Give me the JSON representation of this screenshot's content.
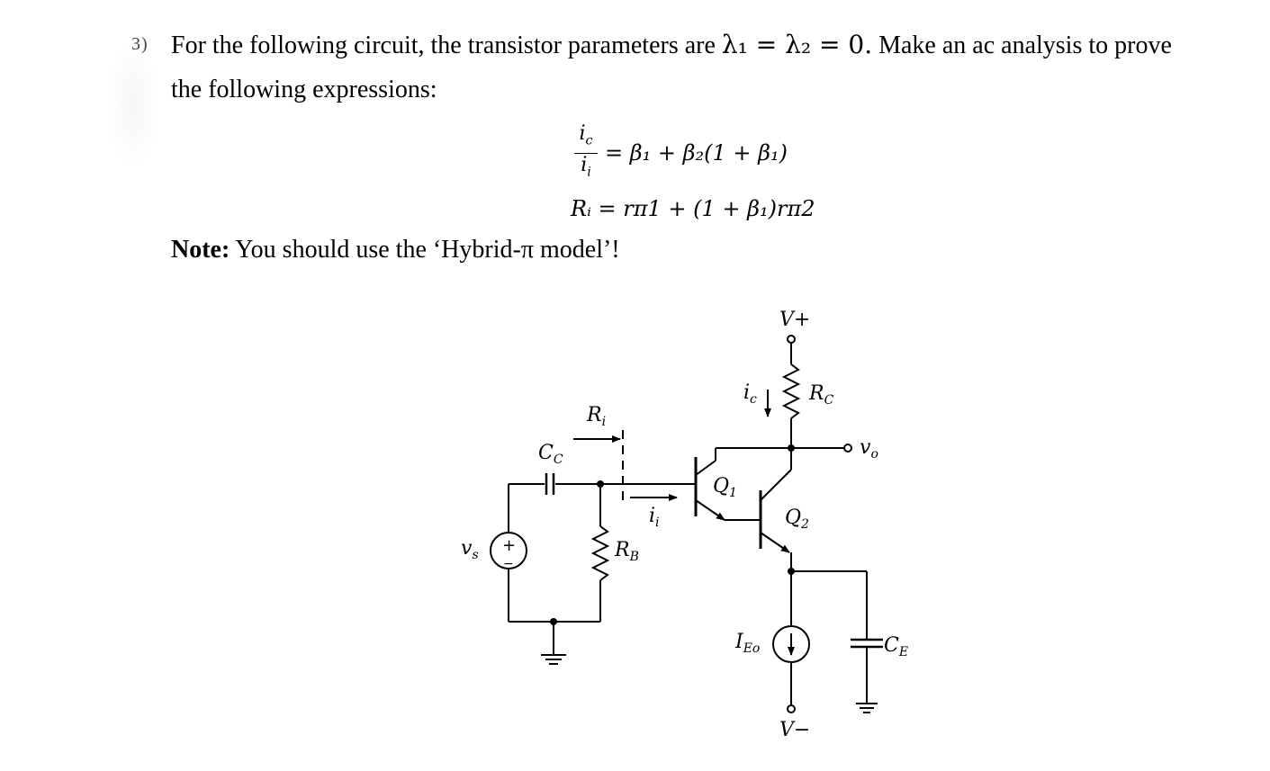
{
  "problem": {
    "number_mark": "3)",
    "line1_prefix": "For the following circuit, the transistor parameters are ",
    "lambda_eq": "λ₁ = λ₂ = 0.",
    "line1_suffix": " Make an ac analysis to prove",
    "line2": "the following expressions:",
    "eq1_num": "i",
    "eq1_num_sub": "c",
    "eq1_den": "i",
    "eq1_den_sub": "i",
    "eq1_rhs": "= β₁ + β₂(1 + β₁)",
    "eq2": "Rᵢ = rπ1 + (1 + β₁)rπ2",
    "note_label": "Note:",
    "note_text": " You should use the ‘Hybrid-π model’!"
  },
  "circuit": {
    "v_plus": "V+",
    "v_minus": "V−",
    "rc": "R",
    "rc_sub": "C",
    "ic": "i",
    "ic_sub": "c",
    "vo": "v",
    "vo_sub": "o",
    "cc": "C",
    "cc_sub": "C",
    "ri": "R",
    "ri_sub": "i",
    "ii": "i",
    "ii_sub": "i",
    "rb": "R",
    "rb_sub": "B",
    "vs": "v",
    "vs_sub": "s",
    "q1": "Q",
    "q1_sub": "1",
    "q2": "Q",
    "q2_sub": "2",
    "ieo": "I",
    "ieo_sub": "Eo",
    "ce": "C",
    "ce_sub": "E",
    "plus_sign": "+",
    "minus_sign": "−"
  }
}
